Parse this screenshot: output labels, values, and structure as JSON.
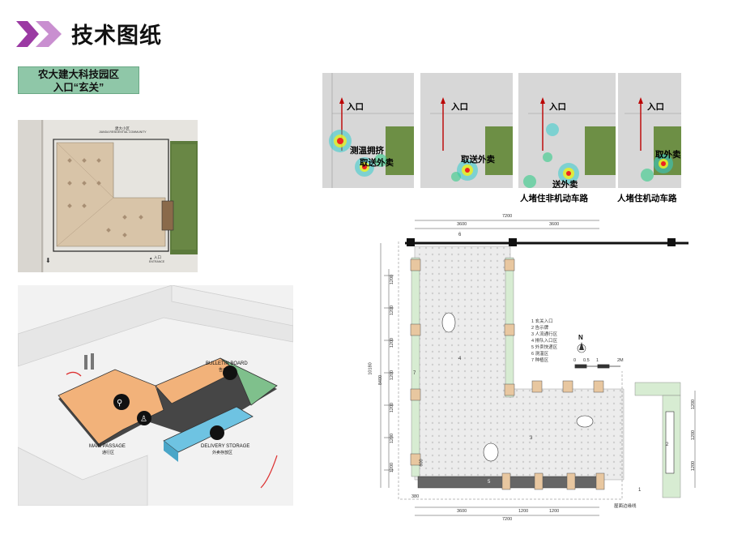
{
  "header": {
    "title": "技术图纸",
    "accent_colors": [
      "#9b3aa3",
      "#c98fd0"
    ]
  },
  "section_tag": {
    "line1": "农大建大科技园区",
    "line2": "入口“玄关”"
  },
  "site_plan": {
    "caption": "建大小区",
    "caption_sub": "JIANDA RESIDENTIAL COMMUNITY",
    "entrance_label": "入口",
    "entrance_sub": "ENTRANCE"
  },
  "axon": {
    "bulletin_en": "BULLETIN BOARD",
    "bulletin_cn": "告示牌",
    "delivery_en": "DELIVERY STORAGE",
    "delivery_cn": "外卖存放区",
    "passage_en": "MAIN PASSAGE",
    "passage_cn": "通行区"
  },
  "heatmaps": [
    {
      "entry": "入口",
      "labels": [
        "测温拥挤",
        "取送外卖"
      ],
      "caption": ""
    },
    {
      "entry": "入口",
      "labels": [
        "取送外卖"
      ],
      "caption": ""
    },
    {
      "entry": "入口",
      "labels": [
        "送外卖"
      ],
      "caption": "人堵住非机动车路"
    },
    {
      "entry": "入口",
      "labels": [
        "取外卖"
      ],
      "caption": "人堵住机动车路"
    }
  ],
  "floor_plan": {
    "top_total": "7200",
    "top_left": "3600",
    "top_right": "3600",
    "bottom_total": "7200",
    "bottom_left": "3600",
    "bottom_a": "1200",
    "bottom_b": "1200",
    "left_total": "10180",
    "left_sub": "8400",
    "left_small": "600",
    "bottom_small": "380",
    "left_ticks": [
      "1200",
      "1200",
      "1200",
      "1200",
      "1200",
      "1200",
      "1200"
    ],
    "right_ticks": [
      "1200",
      "1200",
      "1200"
    ],
    "zone_labels": [
      "1",
      "2",
      "3",
      "4",
      "5",
      "6",
      "7"
    ],
    "roof_edge": "屋面边缘线",
    "legend": [
      "1 玄关入口",
      "2 告示牌",
      "3 人流通行区",
      "4 排队入口区",
      "5 外卖快递区",
      "6 测温区",
      "7 种植区"
    ],
    "north": "N",
    "scale_ticks": [
      "0",
      "0.5",
      "1",
      "2M"
    ]
  }
}
